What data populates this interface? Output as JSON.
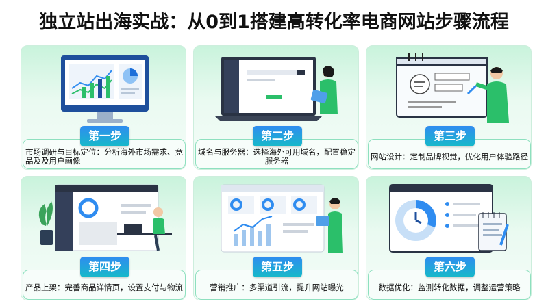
{
  "title": "独立站出海实战：从0到1搭建高转化率电商网站步骤流程",
  "colors": {
    "badge_start": "#2f8cf0",
    "badge_end": "#17b9c9",
    "card_bg": "#c9f3dc",
    "accent_green": "#2bbf6a",
    "screen_blue": "#1e4f9c"
  },
  "steps": [
    {
      "badge": "第一步",
      "text": "市场调研与目标定位：分析海外市场需求、竞品及及用户画像",
      "icon": "monitor-with-charts"
    },
    {
      "badge": "第二步",
      "text": "域名与服务器：选择海外可用域名，配置稳定服务器",
      "icon": "laptop-dashboard-person"
    },
    {
      "badge": "第三步",
      "text": "网站设计：定制品牌视觉，优化用户体验路径",
      "icon": "wireframe-board-person"
    },
    {
      "badge": "第四步",
      "text": "产品上架：完善商品详情页，设置支付与物流",
      "icon": "product-page-desk-person"
    },
    {
      "badge": "第五步",
      "text": "营销推广：多渠道引流，提升网站曝光",
      "icon": "marketing-dashboard-person"
    },
    {
      "badge": "第六步",
      "text": "数据优化：监测转化数据，调整运营策略",
      "icon": "analytics-clock-clipboard"
    }
  ]
}
